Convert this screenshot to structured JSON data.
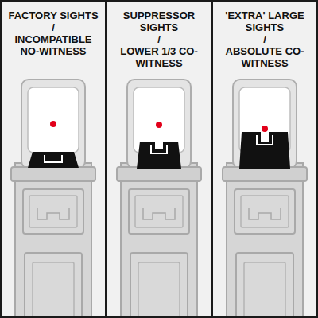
{
  "diagram": {
    "nodes": [
      {
        "text": [
          "FACTORY SIGHTS",
          "/",
          "INCOMPATIBLE NO-WITNESS"
        ]
      },
      {
        "text": [
          "SUPPRESSOR SIGHTS",
          "/",
          "LOWER 1/3 CO-WITNESS"
        ]
      },
      {
        "text": [
          "'EXTRA' LARGE SIGHTS",
          "/",
          "ABSOLUTE CO-WITNESS"
        ]
      }
    ]
  }
}
